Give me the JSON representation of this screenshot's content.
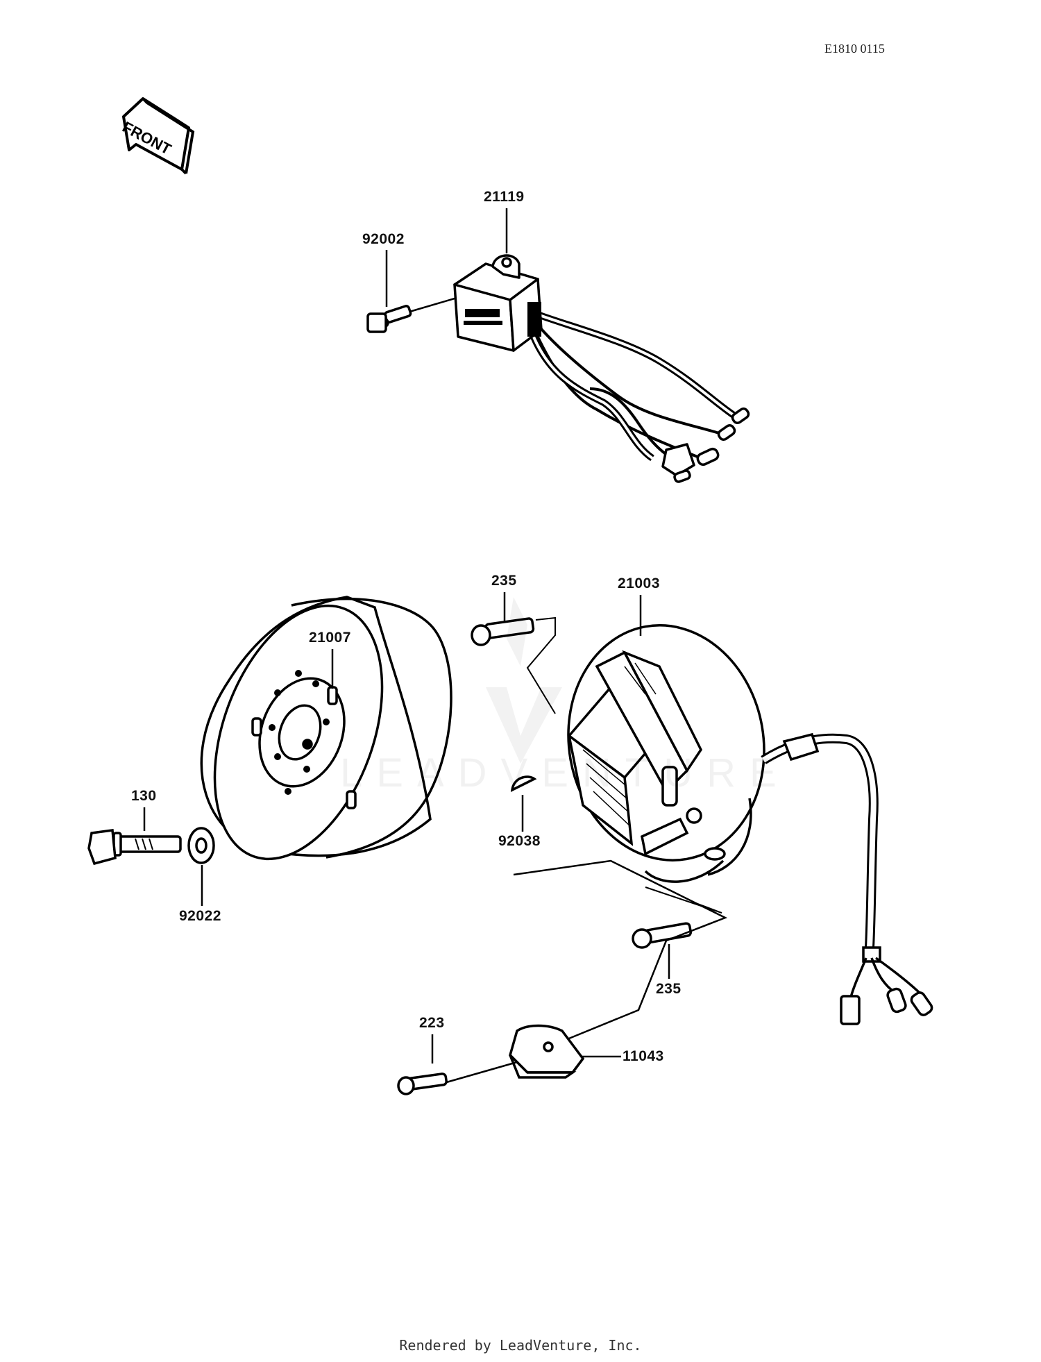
{
  "diagram": {
    "reference_code": "E1810 0115",
    "front_arrow_text": "FRONT",
    "watermark_text": "LEADVENTURE",
    "footer": "Rendered by LeadVenture, Inc.",
    "parts": [
      {
        "number": "21119",
        "component": "cdi-unit"
      },
      {
        "number": "92002",
        "component": "cdi-mount-bolt"
      },
      {
        "number": "21007",
        "component": "flywheel-rotor"
      },
      {
        "number": "130",
        "component": "flange-bolt"
      },
      {
        "number": "92022",
        "component": "washer"
      },
      {
        "number": "235",
        "component": "stator-screw-upper"
      },
      {
        "number": "21003",
        "component": "stator-assembly"
      },
      {
        "number": "92038",
        "component": "woodruff-key"
      },
      {
        "number": "235",
        "component": "stator-screw-lower"
      },
      {
        "number": "223",
        "component": "clamp-screw"
      },
      {
        "number": "11043",
        "component": "wire-clamp-bracket"
      }
    ]
  }
}
